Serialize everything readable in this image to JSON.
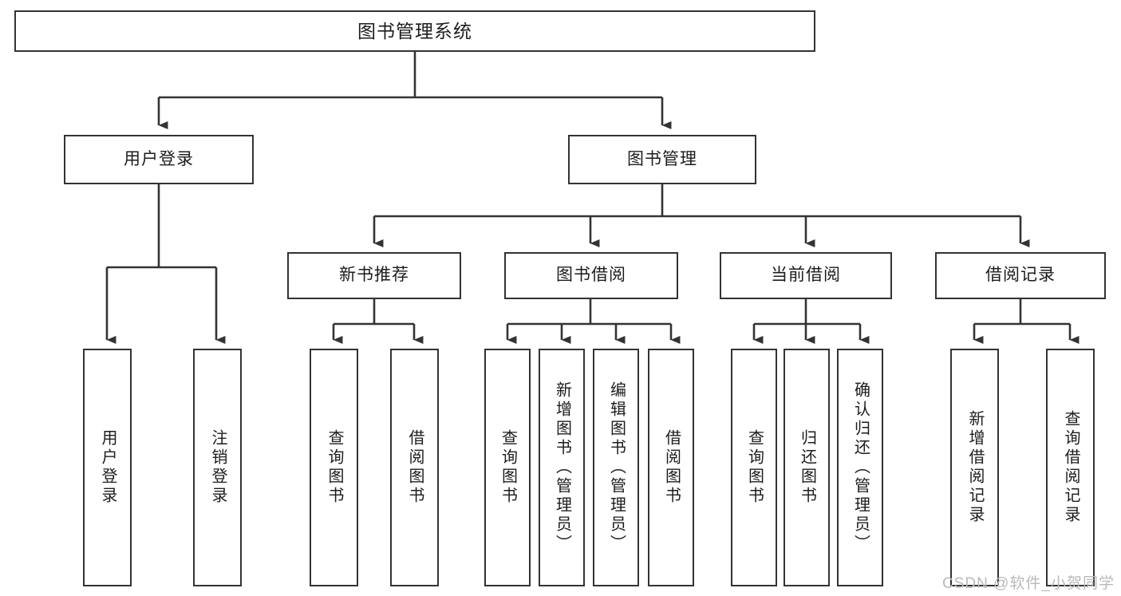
{
  "diagram": {
    "type": "tree-hierarchy",
    "title": "图书管理系统",
    "colors": {
      "box_border": "#333333",
      "box_fill": "#ffffff",
      "connector": "#333333",
      "text": "#1c1c1c",
      "watermark": "#b9b9b9",
      "background": "#ffffff"
    },
    "levels": {
      "level1": "系统",
      "level2": "模块",
      "level3": "子模块",
      "level4": "功能"
    }
  },
  "nodes": {
    "root": {
      "label": "图书管理系统"
    },
    "level2": [
      {
        "id": "user-login",
        "label": "用户登录"
      },
      {
        "id": "book-manage",
        "label": "图书管理"
      }
    ],
    "level3": [
      {
        "id": "new-book-recommend",
        "label": "新书推荐"
      },
      {
        "id": "book-borrow",
        "label": "图书借阅"
      },
      {
        "id": "current-borrow",
        "label": "当前借阅"
      },
      {
        "id": "borrow-record",
        "label": "借阅记录"
      }
    ],
    "leaves": {
      "user_login": [
        {
          "id": "leaf-user-login",
          "label": "用户登录"
        },
        {
          "id": "leaf-logout-login",
          "label": "注销登录"
        }
      ],
      "new_book_recommend": [
        {
          "id": "leaf-query-book-1",
          "label": "查询图书"
        },
        {
          "id": "leaf-borrow-book-1",
          "label": "借阅图书"
        }
      ],
      "book_borrow": [
        {
          "id": "leaf-query-book-2",
          "label": "查询图书"
        },
        {
          "id": "leaf-add-book",
          "label": "新增图书（管理员）"
        },
        {
          "id": "leaf-edit-book",
          "label": "编辑图书（管理员）"
        },
        {
          "id": "leaf-borrow-book-2",
          "label": "借阅图书"
        }
      ],
      "current_borrow": [
        {
          "id": "leaf-query-book-3",
          "label": "查询图书"
        },
        {
          "id": "leaf-return-book",
          "label": "归还图书"
        },
        {
          "id": "leaf-confirm-return",
          "label": "确认归还（管理员）"
        }
      ],
      "borrow_record": [
        {
          "id": "leaf-add-record",
          "label": "新增借阅记录"
        },
        {
          "id": "leaf-query-record",
          "label": "查询借阅记录"
        }
      ]
    }
  },
  "watermark": {
    "text": "CSDN @软件_小贺同学"
  }
}
